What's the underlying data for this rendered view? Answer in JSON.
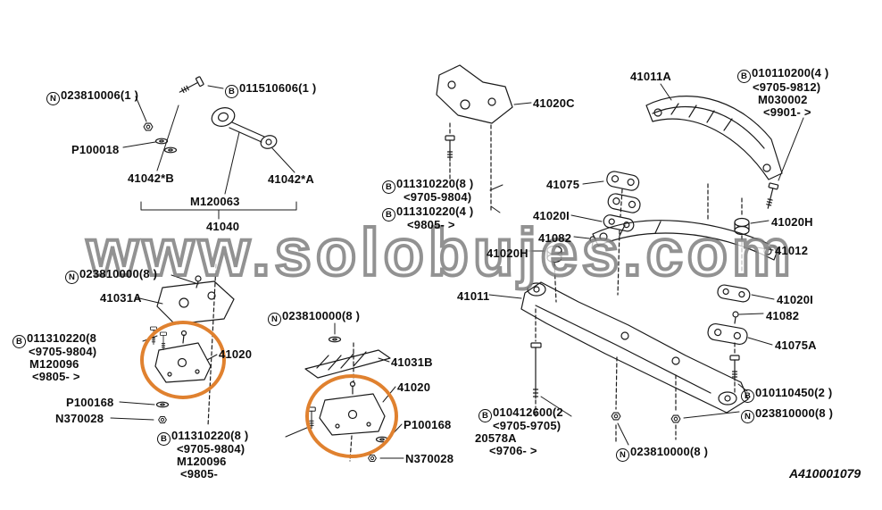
{
  "watermark": "www.solobujes.com",
  "diagram_code": "A410001079",
  "highlight_color": "#E0812F",
  "labels": [
    {
      "prefix": "N",
      "text": "023810006(1 )"
    },
    {
      "prefix": "B",
      "text": "011510606(1 )"
    },
    {
      "text": "P100018"
    },
    {
      "text": "41042*B"
    },
    {
      "text": "41042*A"
    },
    {
      "text": "M120063"
    },
    {
      "text": "41040"
    },
    {
      "prefix": "N",
      "text": "023810000(8 )"
    },
    {
      "text": "41031A"
    },
    {
      "prefix": "B",
      "text": "011310220(8"
    },
    {
      "text": "<9705-9804)"
    },
    {
      "text": "M120096"
    },
    {
      "text": "<9805-    >"
    },
    {
      "text": "41020"
    },
    {
      "text": "P100168"
    },
    {
      "text": "N370028"
    },
    {
      "prefix": "B",
      "text": "011310220(8 )"
    },
    {
      "text": "<9705-9804)"
    },
    {
      "text": "M120096"
    },
    {
      "text": "<9805-"
    },
    {
      "prefix": "N",
      "text": "023810000(8 )"
    },
    {
      "text": "41031B"
    },
    {
      "text": "41020"
    },
    {
      "text": "P100168"
    },
    {
      "text": "N370028"
    },
    {
      "text": "41020C"
    },
    {
      "prefix": "B",
      "text": "011310220(8 )"
    },
    {
      "text": "<9705-9804)"
    },
    {
      "prefix": "B",
      "text": "011310220(4 )"
    },
    {
      "text": "<9805-   >"
    },
    {
      "text": "41075"
    },
    {
      "text": "41020I"
    },
    {
      "text": "41082"
    },
    {
      "text": "41020H"
    },
    {
      "text": "41011"
    },
    {
      "text": "41011A"
    },
    {
      "prefix": "B",
      "text": "010110200(4 )"
    },
    {
      "text": "<9705-9812)"
    },
    {
      "text": "M030002"
    },
    {
      "text": "<9901-    >"
    },
    {
      "text": "41020H"
    },
    {
      "text": "41012"
    },
    {
      "text": "41020I"
    },
    {
      "text": "41082"
    },
    {
      "text": "41075A"
    },
    {
      "prefix": "B",
      "text": "010110450(2 )"
    },
    {
      "prefix": "N",
      "text": "023810000(8 )"
    },
    {
      "prefix": "B",
      "text": "010412600(2"
    },
    {
      "text": "<9705-9705)"
    },
    {
      "text": "20578A"
    },
    {
      "text": "<9706-   >"
    },
    {
      "prefix": "N",
      "text": "023810000(8 )"
    }
  ]
}
